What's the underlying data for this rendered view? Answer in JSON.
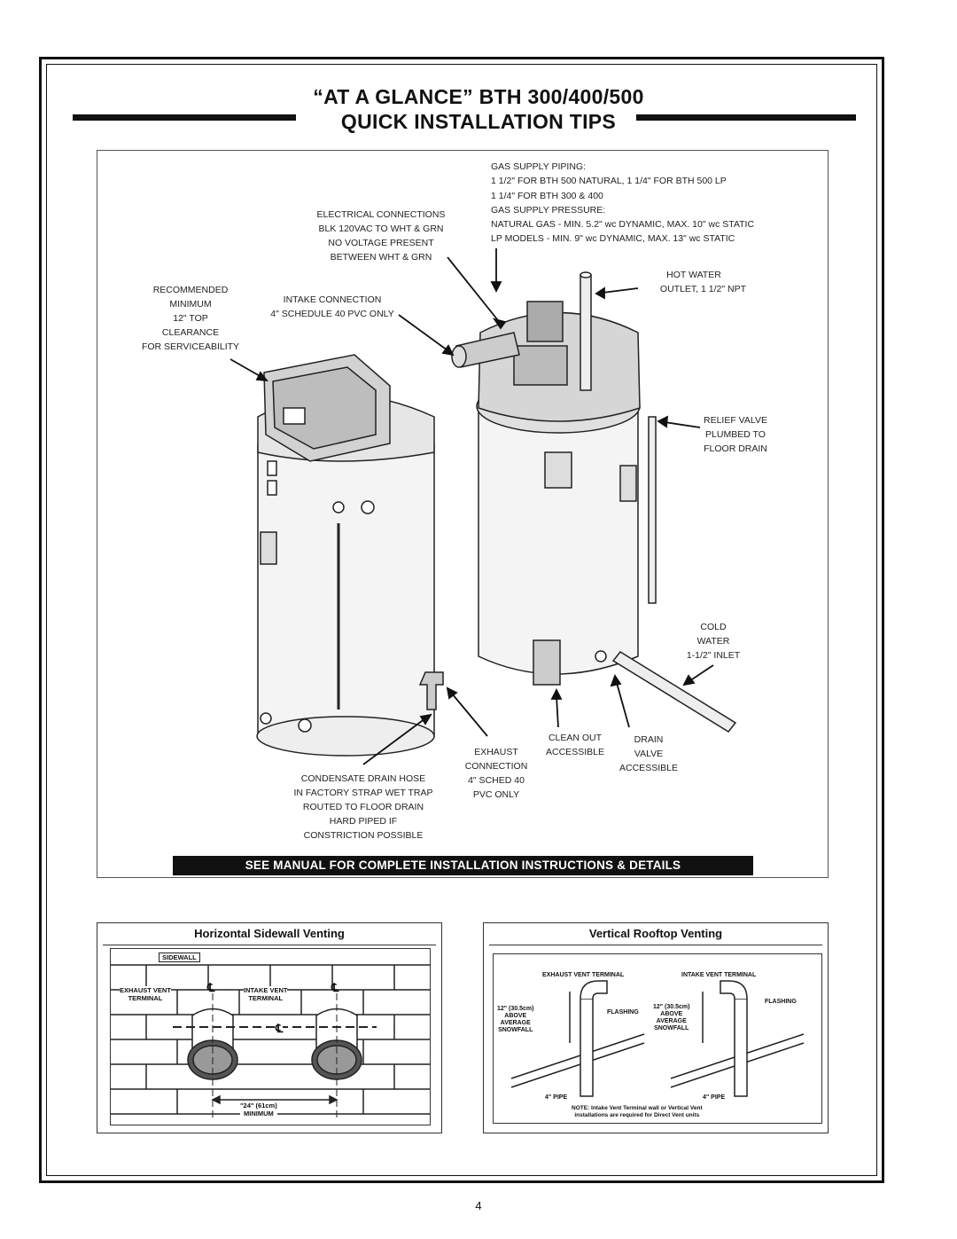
{
  "header": {
    "line1": "“AT A GLANCE” BTH 300/400/500",
    "line2": "QUICK INSTALLATION TIPS"
  },
  "labels": {
    "gas_supply": [
      "GAS SUPPLY PIPING:",
      "1 1/2\" FOR BTH 500 NATURAL, 1 1/4\" FOR BTH 500 LP",
      "1 1/4\" FOR BTH 300 & 400",
      "GAS SUPPLY PRESSURE:",
      "NATURAL GAS - MIN. 5.2\" wc DYNAMIC, MAX. 10\" wc STATIC",
      "LP MODELS - MIN. 9\" wc DYNAMIC, MAX. 13\" wc STATIC"
    ],
    "electrical": [
      "ELECTRICAL CONNECTIONS",
      "BLK 120VAC TO WHT & GRN",
      "NO VOLTAGE PRESENT",
      "BETWEEN WHT & GRN"
    ],
    "clearance": [
      "RECOMMENDED",
      "MINIMUM",
      "12\" TOP",
      "CLEARANCE",
      "FOR SERVICEABILITY"
    ],
    "intake": [
      "INTAKE CONNECTION",
      "4\" SCHEDULE 40 PVC ONLY"
    ],
    "hot_water": [
      "HOT WATER",
      "OUTLET, 1 1/2\" NPT"
    ],
    "relief": [
      "RELIEF VALVE",
      "PLUMBED TO",
      "FLOOR DRAIN"
    ],
    "cold_water": [
      "COLD",
      "WATER",
      "1-1/2\" INLET"
    ],
    "clean_out": [
      "CLEAN OUT",
      "ACCESSIBLE"
    ],
    "drain_valve": [
      "DRAIN",
      "VALVE",
      "ACCESSIBLE"
    ],
    "exhaust": [
      "EXHAUST",
      "CONNECTION",
      "4\" SCHED 40",
      "PVC ONLY"
    ],
    "condensate": [
      "CONDENSATE DRAIN HOSE",
      "IN FACTORY STRAP WET TRAP",
      "ROUTED TO FLOOR DRAIN",
      "HARD PIPED IF",
      "CONSTRICTION POSSIBLE"
    ]
  },
  "banner": "SEE MANUAL FOR COMPLETE INSTALLATION INSTRUCTIONS & DETAILS",
  "sidewall": {
    "title": "Horizontal Sidewall Venting",
    "wall_label": "SIDEWALL",
    "exhaust_terminal": [
      "EXHAUST VENT",
      "TERMINAL"
    ],
    "intake_terminal": [
      "INTAKE VENT",
      "TERMINAL"
    ],
    "centerline": "℄",
    "spacing": [
      "\"24\" (61cm)",
      "MINIMUM"
    ]
  },
  "rooftop": {
    "title": "Vertical Rooftop Venting",
    "exhaust_terminal": "EXHAUST VENT TERMINAL",
    "intake_terminal": "INTAKE VENT TERMINAL",
    "flashing": "FLASHING",
    "snow_left": [
      "12\" (30.5cm)",
      "ABOVE",
      "AVERAGE",
      "SNOWFALL"
    ],
    "snow_right": [
      "12\" (30.5cm)",
      "ABOVE",
      "AVERAGE",
      "SNOWFALL"
    ],
    "pipe": "4\" PIPE",
    "note": [
      "NOTE: Intake Vent Terminal wall or Vertical Vent",
      "installations are required for Direct Vent units"
    ]
  },
  "page_number": "4"
}
